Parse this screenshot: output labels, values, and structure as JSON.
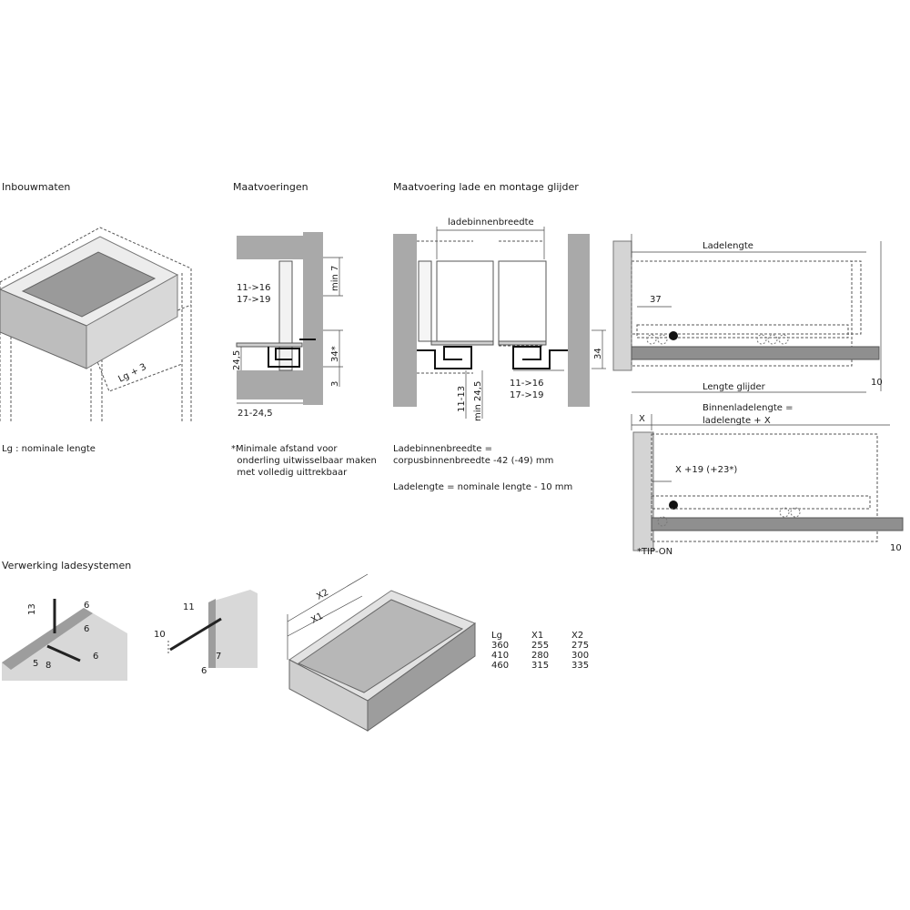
{
  "headings": {
    "inbouwmaten": "Inbouwmaten",
    "maatvoeringen": "Maatvoeringen",
    "maatvoering_lade": "Maatvoering lade en montage glijder",
    "verwerking": "Verwerking ladesystemen"
  },
  "inbouw": {
    "lg_label": "Lg + 3",
    "note": "Lg : nominale lengte"
  },
  "maatv": {
    "l1": "11->16",
    "l2": "17->19",
    "min7": "min 7",
    "d245": "24,5",
    "d34s": "34*",
    "d3": "3",
    "d21": "21-24,5",
    "note": "*Minimale afstand voor\n  onderling uitwisselbaar maken\n  met volledig uittrekbaar"
  },
  "lade": {
    "top_label": "ladebinnenbreedte",
    "l1": "11->16",
    "l2": "17->19",
    "d1113": "11-13",
    "dmin": "min 24,5",
    "d34": "34",
    "note1": "Ladebinnenbreedte =\ncorpusbinnenbreedte -42 (-49) mm",
    "note2": "Ladelengte = nominale lengte - 10 mm"
  },
  "side": {
    "ladelengte": "Ladelengte",
    "d37": "37",
    "d10a": "10",
    "lengte_glijder": "Lengte glijder",
    "binnen1": "Binnenladelengte =",
    "binnen2": "ladelengte + X",
    "x": "X",
    "x19": "X +19 (+23*)",
    "d10b": "10",
    "tipon": "*TIP-ON"
  },
  "verwerking": {
    "d13": "13",
    "d6a": "6",
    "d6b": "6",
    "d5": "5",
    "d8": "8",
    "d6c": "6",
    "d11": "11",
    "d10": "10",
    "d7": "7",
    "d6d": "6",
    "x2": "X2",
    "x1": "X1"
  },
  "table": {
    "headers": [
      "Lg",
      "X1",
      "X2"
    ],
    "rows": [
      [
        "360",
        "255",
        "275"
      ],
      [
        "410",
        "280",
        "300"
      ],
      [
        "460",
        "315",
        "335"
      ]
    ]
  }
}
